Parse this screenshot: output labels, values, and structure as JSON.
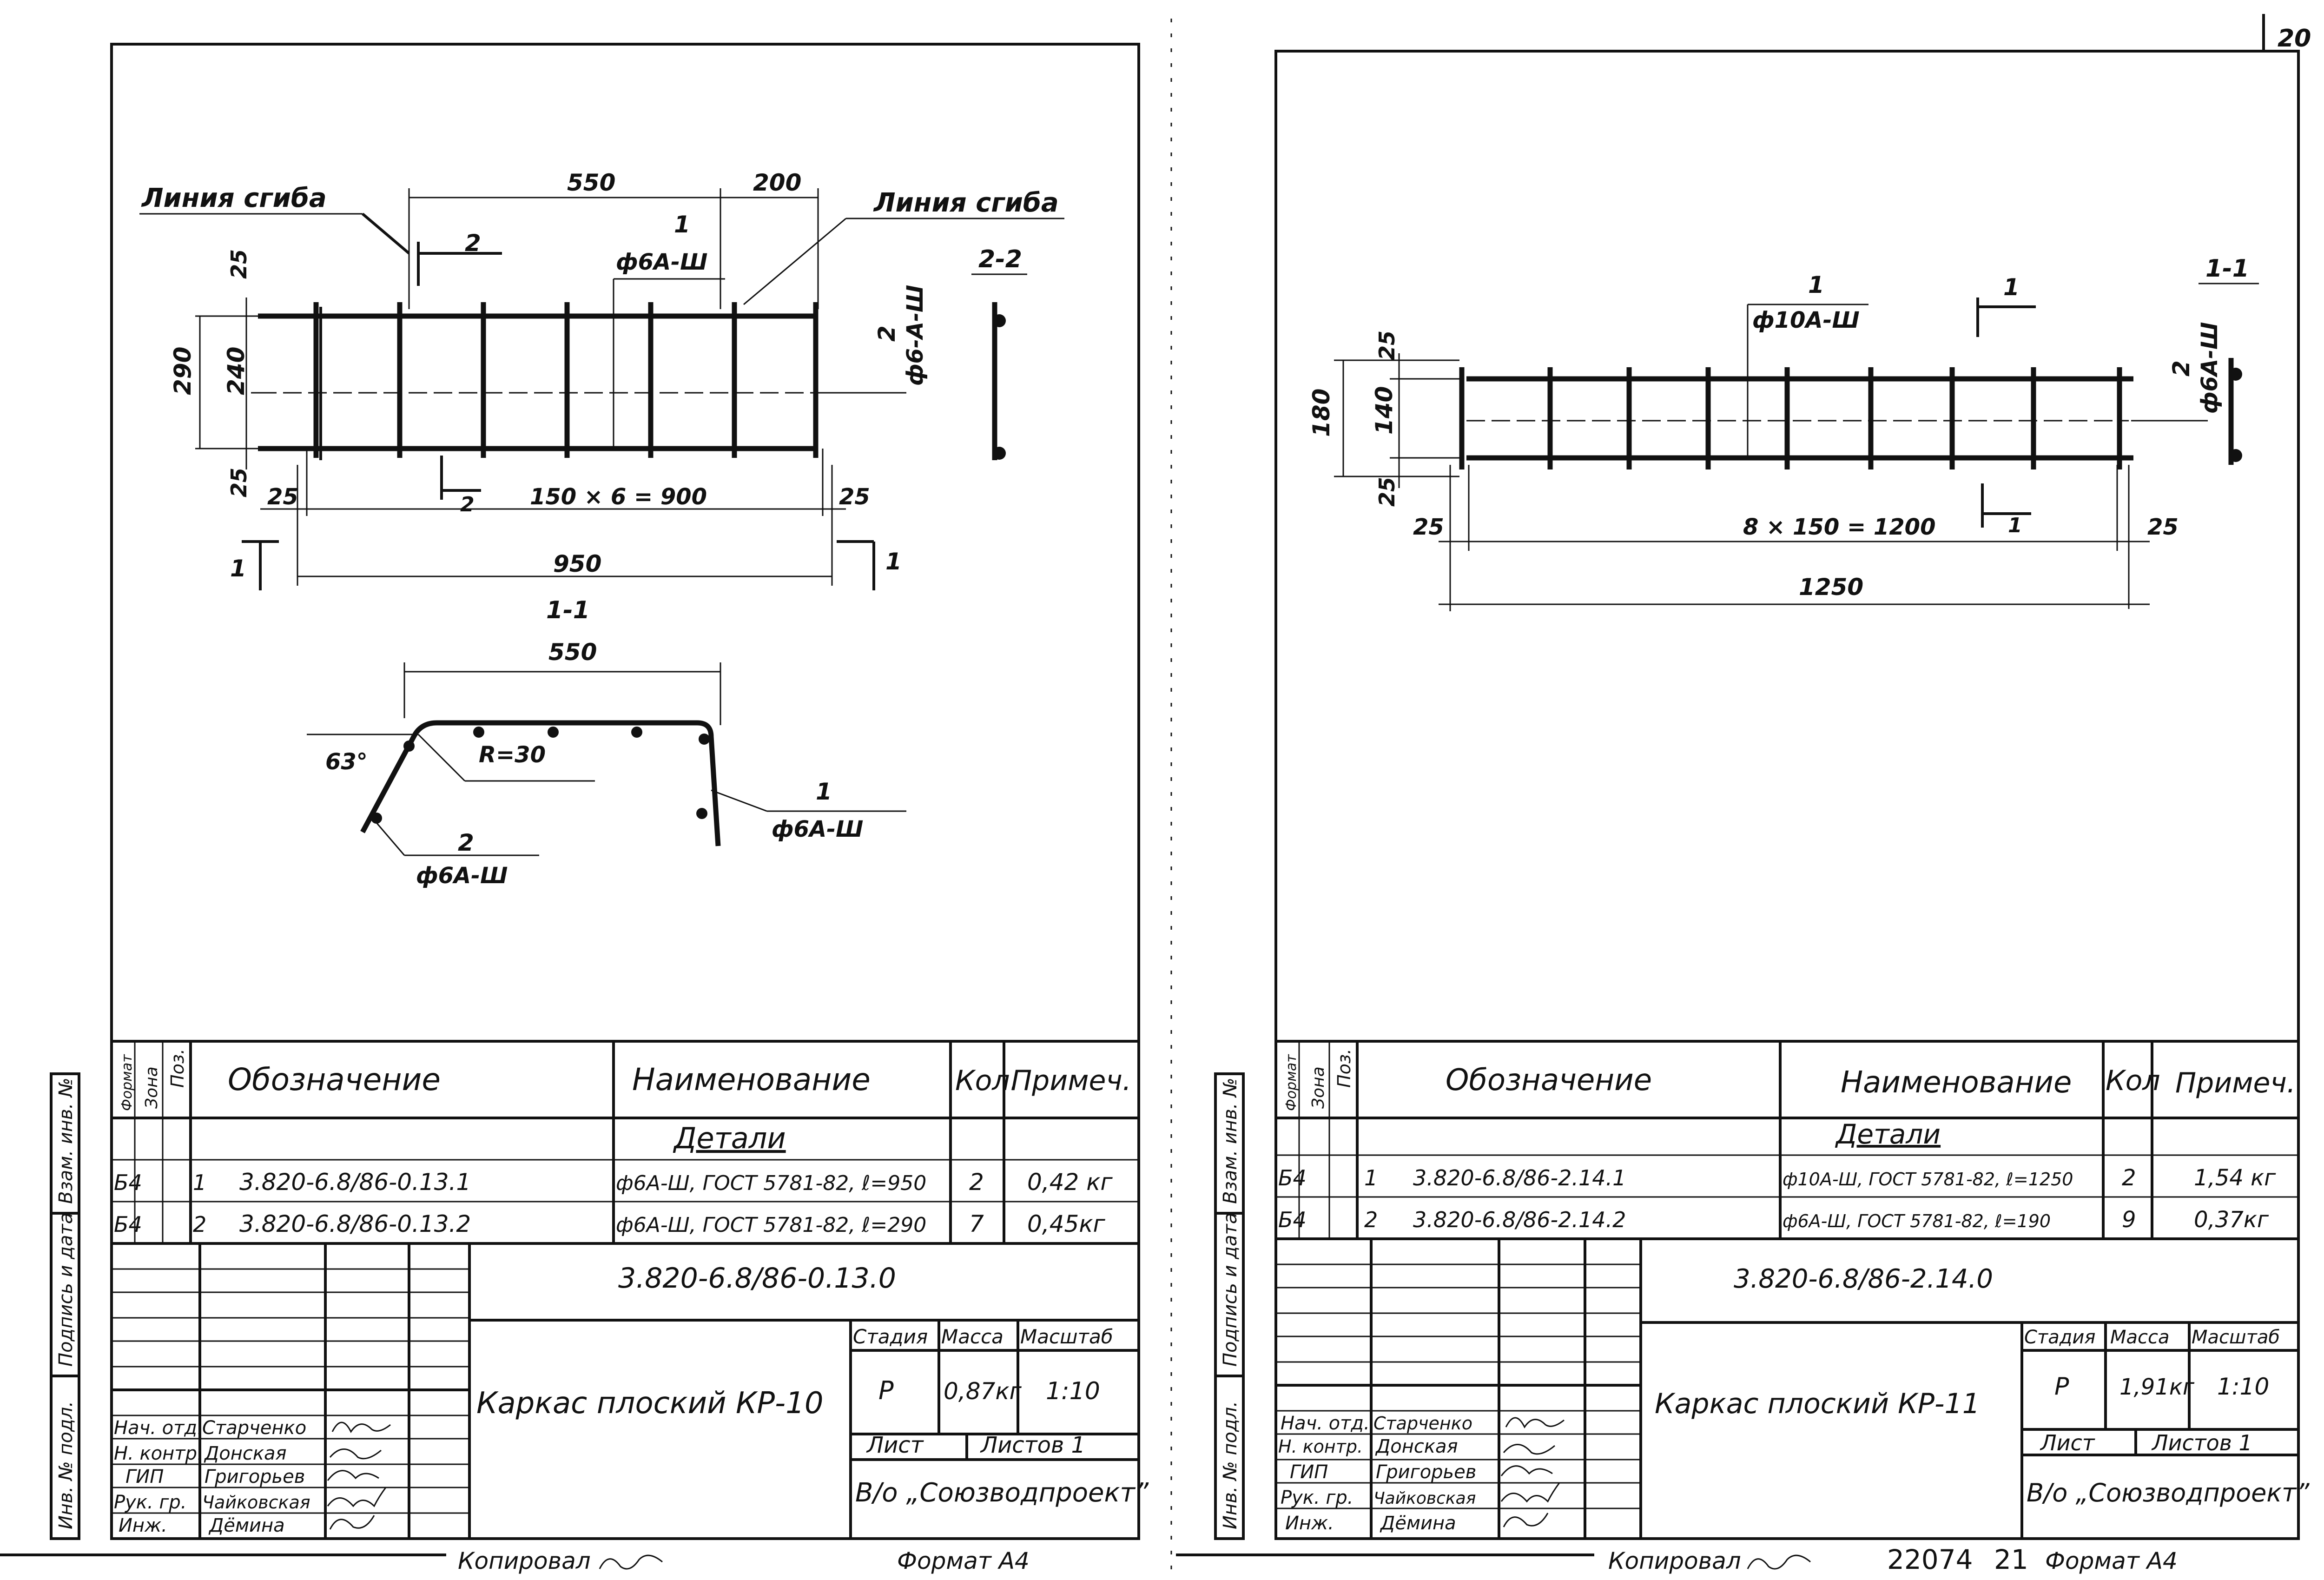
{
  "corner_number": "20",
  "footer": {
    "copied_by_label": "Копировал",
    "format_label": "Формат А4",
    "inventory_number": "22074",
    "sheet_number": "21"
  },
  "left": {
    "drawing": {
      "bend_line_left": "Линия сгиба",
      "bend_line_right": "Линия сгиба",
      "dim_550": "550",
      "dim_200": "200",
      "dim_290": "290",
      "dim_240": "240",
      "dim_25": "25",
      "pitch": "150 × 6 = 900",
      "overall": "950",
      "pos1": "1",
      "pos1_bar": "ф6А-Ш",
      "pos2": "2",
      "pos2_bar": "ф6-А-Ш",
      "cut_2": "2",
      "cut_1": "1",
      "section_22": "2-2",
      "section_11": "1-1",
      "bend_dim": "550",
      "angle": "63°",
      "radius": "R=30",
      "bend_pos1": "1",
      "bend_pos1_bar": "ф6А-Ш",
      "bend_pos2": "2",
      "bend_pos2_bar": "ф6А-Ш"
    },
    "table": {
      "header": {
        "format": "Формат",
        "zone": "Зона",
        "pos": "Поз.",
        "designation": "Обозначение",
        "name": "Наименование",
        "qty": "Кол.",
        "note": "Примеч."
      },
      "section": "Детали",
      "rows": [
        {
          "format": "Б4",
          "pos": "1",
          "designation": "3.820-6.8/86-0.13.1",
          "name": "ф6А-Ш, ГОСТ 5781-82, ℓ=950",
          "qty": "2",
          "note": "0,42 кг"
        },
        {
          "format": "Б4",
          "pos": "2",
          "designation": "3.820-6.8/86-0.13.2",
          "name": "ф6А-Ш, ГОСТ 5781-82, ℓ=290",
          "qty": "7",
          "note": "0,45кг"
        }
      ],
      "doc_code": "3.820-6.8/86-0.13.0",
      "title": "Каркас плоский КР-10",
      "stage_label": "Стадия",
      "mass_label": "Масса",
      "scale_label": "Масштаб",
      "stage": "Р",
      "mass": "0,87кг",
      "scale": "1:10",
      "sheet_label": "Лист",
      "sheets_label": "Листов 1",
      "org": "В/о „Союзводпроект”"
    }
  },
  "right": {
    "drawing": {
      "dim_180": "180",
      "dim_140": "140",
      "dim_25": "25",
      "pitch": "8 × 150 = 1200",
      "overall": "1250",
      "pos1": "1",
      "pos1_bar": "ф10А-Ш",
      "pos2": "2",
      "pos2_bar": "ф6А-Ш",
      "cut_1": "1",
      "section_11": "1-1"
    },
    "table": {
      "header": {
        "format": "Формат",
        "zone": "Зона",
        "pos": "Поз.",
        "designation": "Обозначение",
        "name": "Наименование",
        "qty": "Кол",
        "note": "Примеч."
      },
      "section": "Детали",
      "rows": [
        {
          "format": "Б4",
          "pos": "1",
          "designation": "3.820-6.8/86-2.14.1",
          "name": "ф10А-Ш, ГОСТ 5781-82, ℓ=1250",
          "qty": "2",
          "note": "1,54 кг"
        },
        {
          "format": "Б4",
          "pos": "2",
          "designation": "3.820-6.8/86-2.14.2",
          "name": "ф6А-Ш, ГОСТ 5781-82, ℓ=190",
          "qty": "9",
          "note": "0,37кг"
        }
      ],
      "doc_code": "3.820-6.8/86-2.14.0",
      "title": "Каркас плоский КР-11",
      "stage_label": "Стадия",
      "mass_label": "Масса",
      "scale_label": "Масштаб",
      "stage": "Р",
      "mass": "1,91кг",
      "scale": "1:10",
      "sheet_label": "Лист",
      "sheets_label": "Листов 1",
      "org": "В/о „Союзводпроект”"
    }
  },
  "stamp": {
    "side_labels": [
      "Взам. инв. №",
      "Подпись и дата",
      "Инв. № подл."
    ],
    "roles": [
      "Нач. отд.",
      "Н. контр.",
      "ГИП",
      "Рук. гр.",
      "Инж."
    ],
    "names": [
      "Старченко",
      "Донская",
      "Григорьев",
      "Чайковская",
      "Дёмина"
    ]
  }
}
